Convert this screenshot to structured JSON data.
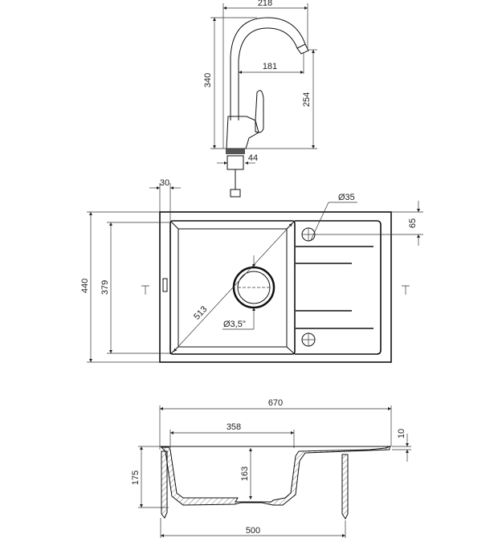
{
  "faucet": {
    "width": "218",
    "height": "340",
    "reach": "181",
    "spout_height": "254",
    "base_diameter": "44"
  },
  "top_view": {
    "rim": "30",
    "depth_outer": "440",
    "bowl_depth": "379",
    "diagonal": "513",
    "drain": "Ø3,5\"",
    "tap_hole": "Ø35",
    "tap_offset": "65"
  },
  "section_view": {
    "total_width": "670",
    "bowl_width": "358",
    "height": "175",
    "bowl_height": "163",
    "cabinet": "500",
    "drainer_step": "10"
  }
}
